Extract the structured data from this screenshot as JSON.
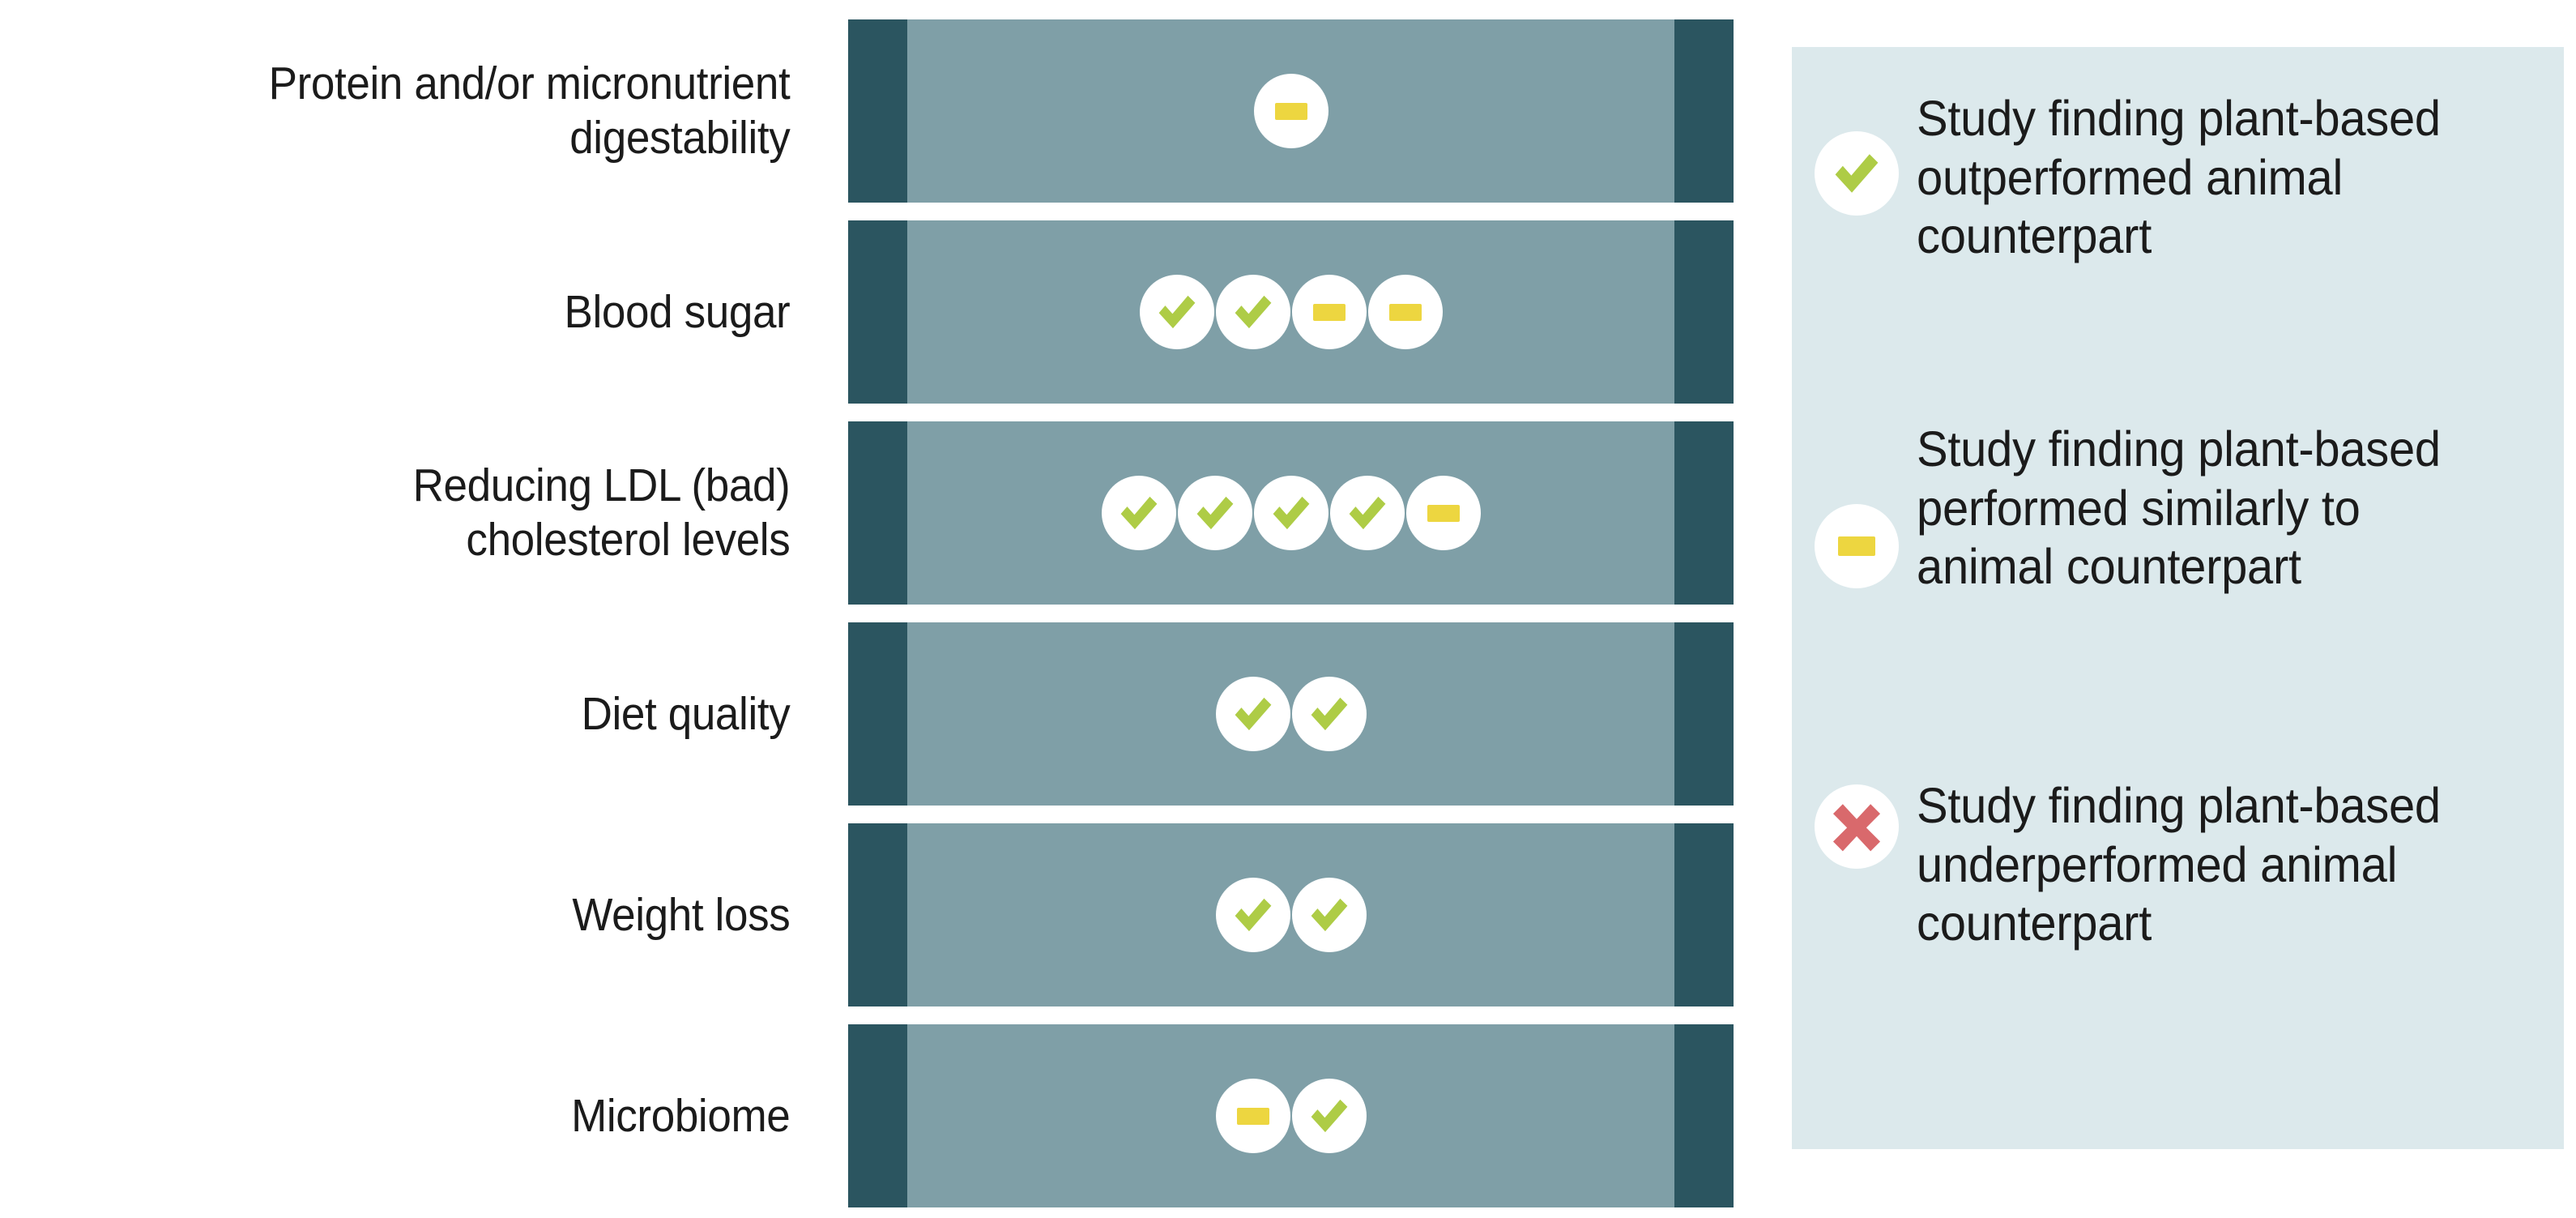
{
  "chart_data": {
    "type": "table",
    "title": "",
    "xlabel": "",
    "ylabel": "",
    "categories": [
      "Protein and/or micronutrient digestability",
      "Blood sugar",
      "Reducing LDL (bad) cholesterol levels",
      "Diet quality",
      "Weight loss",
      "Microbiome"
    ],
    "marker_legend": {
      "check": "Study finding plant-based outperformed animal counterpart",
      "dash": "Study finding plant-based performed similarly to  animal counterpart",
      "cross": "Study finding plant-based underperformed animal counterpart"
    },
    "rows": [
      {
        "label": "Protein and/or micronutrient\ndigestability",
        "markers": [
          "dash"
        ],
        "counts": {
          "check": 0,
          "dash": 1,
          "cross": 0
        },
        "total": 1
      },
      {
        "label": "Blood sugar",
        "markers": [
          "check",
          "check",
          "dash",
          "dash"
        ],
        "counts": {
          "check": 2,
          "dash": 2,
          "cross": 0
        },
        "total": 4
      },
      {
        "label": "Reducing LDL (bad)\ncholesterol levels",
        "markers": [
          "check",
          "check",
          "check",
          "check",
          "dash"
        ],
        "counts": {
          "check": 4,
          "dash": 1,
          "cross": 0
        },
        "total": 5
      },
      {
        "label": "Diet quality",
        "markers": [
          "check",
          "check"
        ],
        "counts": {
          "check": 2,
          "dash": 0,
          "cross": 0
        },
        "total": 2
      },
      {
        "label": "Weight loss",
        "markers": [
          "check",
          "check"
        ],
        "counts": {
          "check": 2,
          "dash": 0,
          "cross": 0
        },
        "total": 2
      },
      {
        "label": "Microbiome",
        "markers": [
          "dash",
          "check"
        ],
        "counts": {
          "check": 1,
          "dash": 1,
          "cross": 0
        },
        "total": 2
      }
    ],
    "colors": {
      "bar_cap": "#2b5560",
      "bar_fill": "#7f9fa7",
      "marker_bg": "#ffffff",
      "check": "#aecc46",
      "dash": "#edd640",
      "cross": "#d9696c",
      "legend_panel": "#dce9ec",
      "text": "#1b1b1b",
      "page_bg": "#ffffff"
    }
  },
  "rows": [
    {
      "label": "Protein and/or micronutrient\ndigestability"
    },
    {
      "label": "Blood sugar"
    },
    {
      "label": "Reducing LDL (bad)\ncholesterol levels"
    },
    {
      "label": "Diet quality"
    },
    {
      "label": "Weight loss"
    },
    {
      "label": "Microbiome"
    }
  ],
  "legend": {
    "items": [
      {
        "icon": "check-icon",
        "text": "Study finding plant-based outperformed animal counterpart"
      },
      {
        "icon": "dash-icon",
        "text": "Study finding plant-based performed similarly to  animal counterpart"
      },
      {
        "icon": "cross-icon",
        "text": "Study finding plant-based underperformed animal counterpart"
      }
    ]
  }
}
